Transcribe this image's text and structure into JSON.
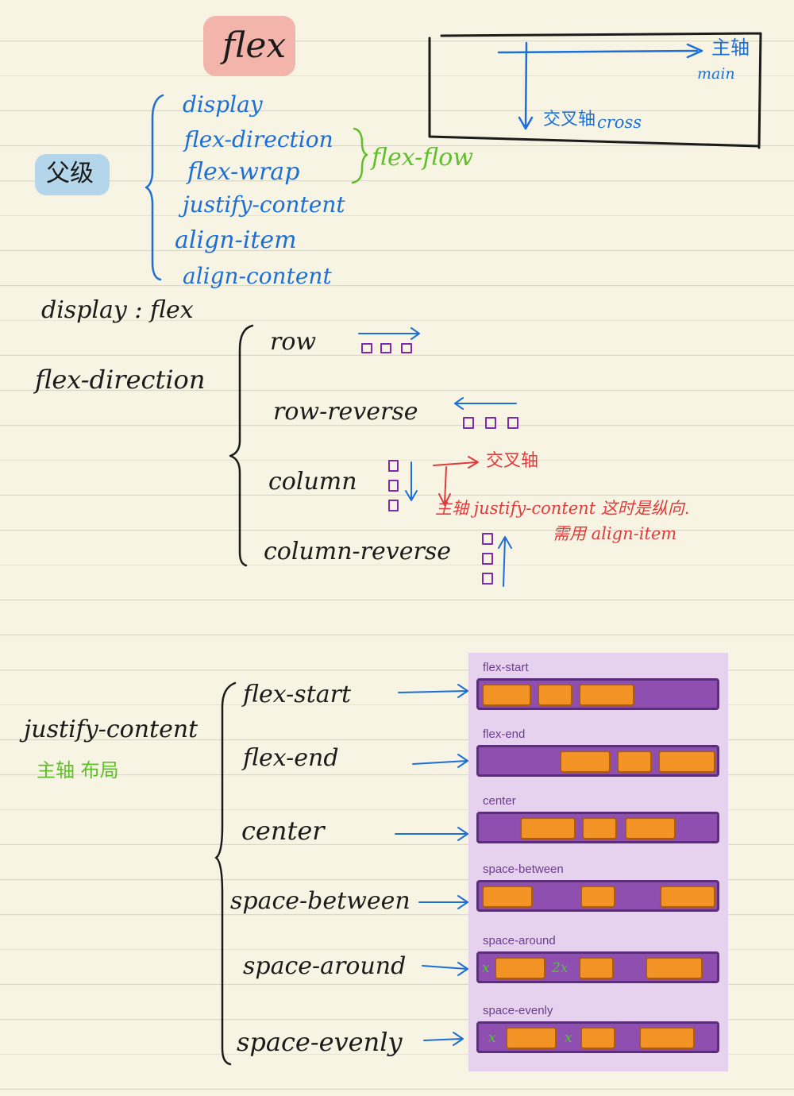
{
  "title": "flex",
  "parent_label": "父级",
  "axis_box": {
    "main_cn": "主轴",
    "main_en": "main",
    "cross_cn": "交叉轴",
    "cross_en": "cross"
  },
  "properties": [
    "display",
    "flex-direction",
    "flex-wrap",
    "justify-content",
    "align-item",
    "align-content"
  ],
  "flex_flow": "flex-flow",
  "display_flex": "display : flex",
  "flex_direction": {
    "label": "flex-direction",
    "options": [
      "row",
      "row-reverse",
      "column",
      "column-reverse"
    ]
  },
  "column_note": {
    "cross_axis": "交叉轴",
    "line1": "主轴 justify-content 这时是纵向.",
    "line2": "需用 align-item"
  },
  "justify_content": {
    "label": "justify-content",
    "sublabel": "主轴 布局",
    "options": [
      "flex-start",
      "flex-end",
      "center",
      "space-between",
      "space-around",
      "space-evenly"
    ]
  },
  "diagram": {
    "labels": [
      "flex-start",
      "flex-end",
      "center",
      "space-between",
      "space-around",
      "space-evenly"
    ],
    "marks": {
      "x": "x",
      "two_x": "2x"
    }
  },
  "colors": {
    "paper": "#f7f4e3",
    "ink_black": "#1b1b1b",
    "ink_blue": "#1d6fd8",
    "ink_green": "#5fbf2b",
    "ink_red": "#e23a3a",
    "ink_purple": "#7a2bb0",
    "flex_container": "#8e4fb0",
    "flex_item": "#f39325"
  }
}
